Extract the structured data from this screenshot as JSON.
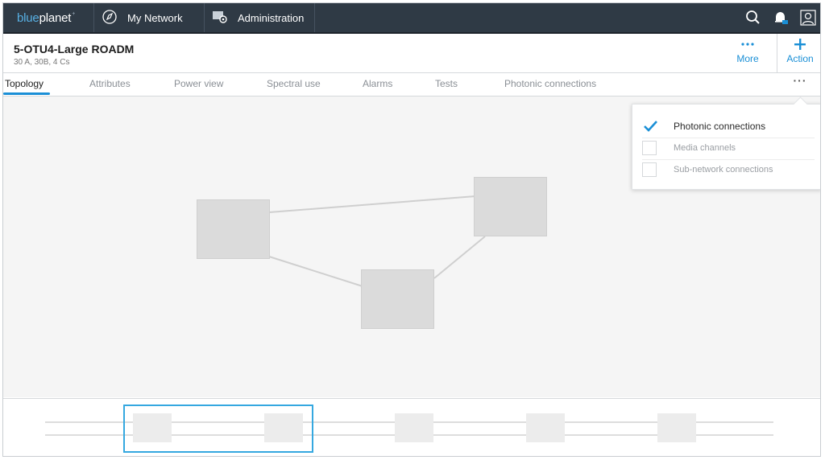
{
  "topbar": {
    "logo_part1": "blue",
    "logo_part2": "planet",
    "logo_tm": "+",
    "nav": [
      {
        "label": "My Network",
        "icon": "compass-icon"
      },
      {
        "label": "Administration",
        "icon": "admin-gear-icon"
      }
    ],
    "icons": [
      "search-icon",
      "notification-bell-icon",
      "user-profile-icon"
    ]
  },
  "header": {
    "title": "5-OTU4-Large ROADM",
    "subtitle": "30 A, 30B, 4 Cs",
    "more_label": "More",
    "action_label": "Action"
  },
  "tabs": [
    {
      "label": "Topology",
      "active": true
    },
    {
      "label": "Attributes",
      "active": false
    },
    {
      "label": "Power view",
      "active": false
    },
    {
      "label": "Spectral use",
      "active": false
    },
    {
      "label": "Alarms",
      "active": false
    },
    {
      "label": "Tests",
      "active": false
    },
    {
      "label": "Photonic connections",
      "active": false
    }
  ],
  "overflow_menu": {
    "icon": "more-horizontal-icon",
    "options": [
      {
        "label": "Photonic connections",
        "checked": true
      },
      {
        "label": "Media channels",
        "checked": false
      },
      {
        "label": "Sub-network connections",
        "checked": false
      }
    ]
  },
  "colors": {
    "topbar_bg": "#2f3a45",
    "accent": "#1a8fd6",
    "viewport": "#35a8e0",
    "node": "#dbdbdb",
    "canvas_bg": "#f5f5f5"
  }
}
